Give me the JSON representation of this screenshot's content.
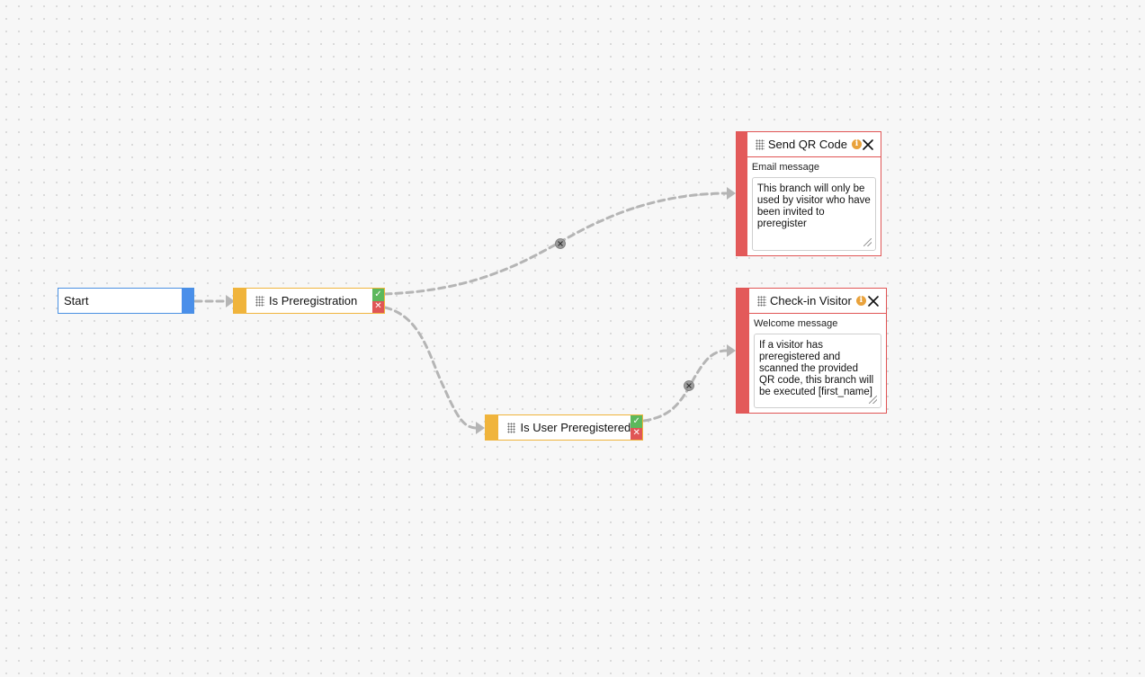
{
  "start_node": {
    "label": "Start"
  },
  "conditions": [
    {
      "title": "Is Preregistration",
      "true_symbol": "✓",
      "false_symbol": "✕"
    },
    {
      "title": "Is User Preregistered",
      "true_symbol": "✓",
      "false_symbol": "✕"
    }
  ],
  "actions": [
    {
      "title": "Send QR Code",
      "field_label": "Email message",
      "message": "This branch will only be used by visitor who have been invited to preregister"
    },
    {
      "title": "Check-in Visitor",
      "field_label": "Welcome message",
      "message": "If a visitor has preregistered and scanned the provided QR code, this branch will be executed [first_name]"
    }
  ],
  "colors": {
    "start_accent": "#4a8fea",
    "condition_accent": "#f0b43c",
    "true_port": "#5cb85c",
    "false_port": "#e05555",
    "action_accent": "#e35a5a",
    "connector": "#b5b5b5",
    "info_icon": "#e9a23b"
  }
}
